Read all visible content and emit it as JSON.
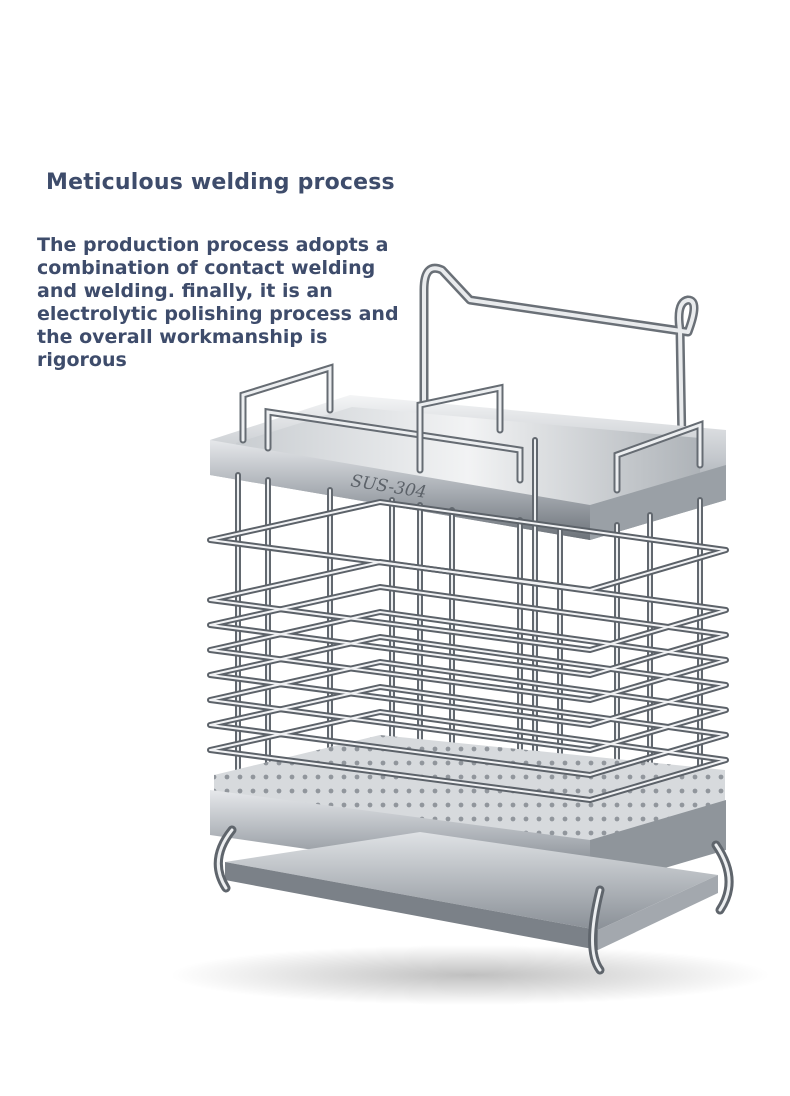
{
  "headline": "Meticulous welding process",
  "description": "The production process adopts a combination of contact welding and welding. finally, it is an electrolytic polishing process and the overall workmanship is rigorous",
  "product_stamp": "SUS-304",
  "colors": {
    "text": "#3e4c6b",
    "steel_light": "#eef0f2",
    "steel_mid": "#b9bec4",
    "steel_dark": "#5e646b",
    "background": "#ffffff"
  }
}
